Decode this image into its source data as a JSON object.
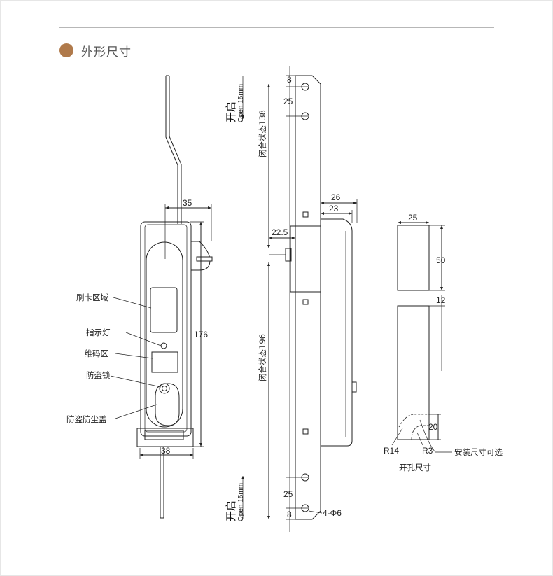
{
  "header": {
    "title": "外形尺寸",
    "dot_color": "#b07a4b",
    "rule_color": "#b7b7b7"
  },
  "front_view": {
    "callouts": [
      "刷卡区域",
      "指示灯",
      "二维码区",
      "防盗锁",
      "防盗防尘盖"
    ],
    "dims": {
      "width_top": "35",
      "height": "176",
      "width_bottom": "38"
    }
  },
  "side_view": {
    "open_label_cn": "开启",
    "open_label_en": "Open 15mm",
    "closed_state_top": "闭合状态138",
    "closed_state_bottom": "闭合状态196",
    "dims": {
      "top_hole_offset": "8",
      "top_hole_pitch": "25",
      "body_depth": "26",
      "body_depth_inner": "23",
      "handle_offset": "22.5",
      "bottom_hole_pitch": "25",
      "bottom_hole_offset": "8",
      "hole_spec": "4-Φ6"
    }
  },
  "cutout_view": {
    "dims": {
      "width": "25",
      "top_height": "50",
      "gap": "12",
      "corner_height": "20"
    },
    "radius_large": "R14",
    "radius_small": "R3",
    "note": "安装尺寸可选",
    "caption": "开孔尺寸"
  }
}
